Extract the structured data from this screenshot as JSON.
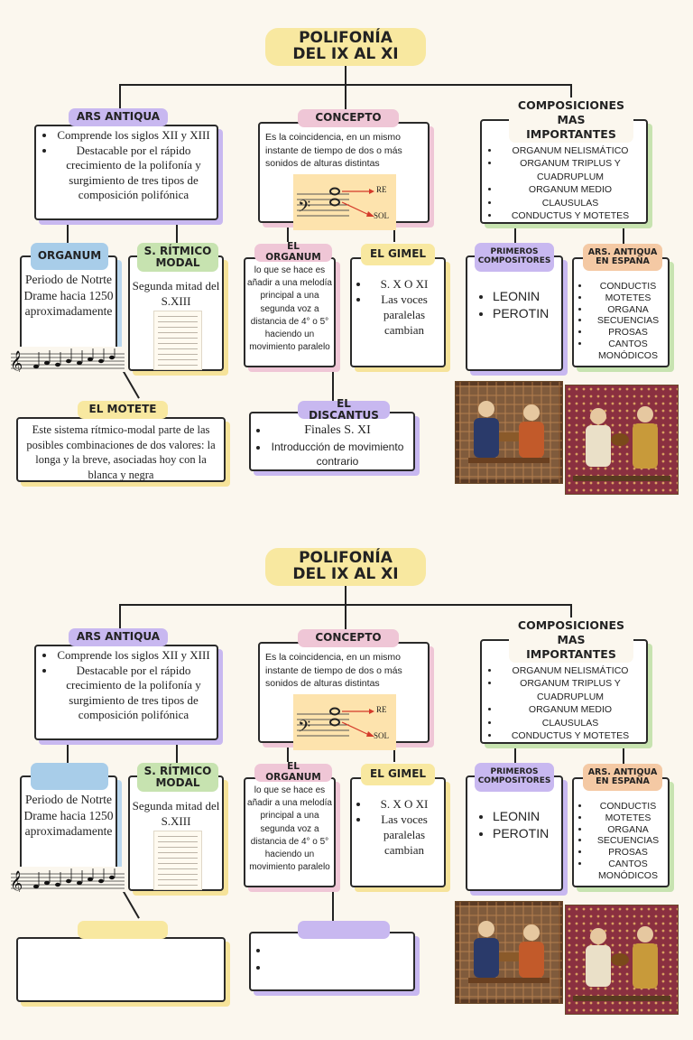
{
  "maps": [
    {
      "title": "POLIFONÍA\nDEL IX AL XI",
      "ars_antiqua": {
        "label": "ARS ANTIQUA",
        "items": [
          "Comprende los siglos XII y XIII",
          "Destacable por el rápido crecimiento de la polifonía y surgimiento de tres tipos de composición polifónica"
        ]
      },
      "concepto": {
        "label": "CONCEPTO",
        "text": "Es la coincidencia, en un mismo instante de tiempo de dos o más sonidos de alturas distintas",
        "note_re": "RE",
        "note_sol": "SOL"
      },
      "composiciones": {
        "label": "COMPOSICIONES MAS IMPORTANTES",
        "items": [
          "ORGANUM NELISMÁTICO",
          "ORGANUM TRIPLUS Y CUADRUPLUM",
          "ORGANUM MEDIO",
          "CLAUSULAS",
          "CONDUCTUS Y MOTETES"
        ]
      },
      "organum": {
        "label": "ORGANUM",
        "text": "Periodo de Notrte Drame hacia 1250 aproximadamente"
      },
      "ritmico": {
        "label": "S. RÍTMICO MODAL",
        "text": "Segunda mitad del S.XIII"
      },
      "el_organum": {
        "label": "EL ORGANUM",
        "text": "lo que se hace es añadir a una melodía principal a una segunda voz a distancia de 4° o 5° haciendo un movimiento paralelo"
      },
      "el_gimel": {
        "label": "EL GIMEL",
        "items": [
          "S. X O XI",
          "Las voces paralelas cambian"
        ]
      },
      "primeros": {
        "label": "PRIMEROS COMPOSITORES",
        "items": [
          "LEONIN",
          "PEROTIN"
        ]
      },
      "ars_espana": {
        "label": "ARS. ANTIQUA EN ESPAÑA",
        "items": [
          "CONDUCTIS",
          "MOTETES",
          "ORGANA",
          "SECUENCIAS",
          "PROSAS",
          "CANTOS MONÓDICOS"
        ]
      },
      "motete": {
        "label": "EL MOTETE",
        "text": "Este sistema rítmico-modal parte de las posibles combinaciones de dos valores: la longa y la breve, asociadas hoy con la blanca y negra"
      },
      "discantus": {
        "label": "EL DISCANTUS",
        "items": [
          "Finales S. XI",
          "Introducción de movimiento contrario"
        ]
      }
    },
    {
      "title": "POLIFONÍA\nDEL IX AL XI",
      "ars_antiqua": {
        "label": "ARS ANTIQUA",
        "items": [
          "Comprende los siglos XII y XIII",
          "Destacable por el rápido crecimiento de la polifonía y surgimiento de tres tipos de composición polifónica"
        ]
      },
      "concepto": {
        "label": "CONCEPTO",
        "text": "Es la coincidencia, en un mismo instante de tiempo de dos o más sonidos de alturas distintas",
        "note_re": "RE",
        "note_sol": "SOL"
      },
      "composiciones": {
        "label": "COMPOSICIONES MAS IMPORTANTES",
        "items": [
          "ORGANUM NELISMÁTICO",
          "ORGANUM TRIPLUS Y CUADRUPLUM",
          "ORGANUM MEDIO",
          "CLAUSULAS",
          "CONDUCTUS Y MOTETES"
        ]
      },
      "organum": {
        "label": "",
        "text": "Periodo de Notrte Drame hacia 1250 aproximadamente"
      },
      "ritmico": {
        "label": "S. RÍTMICO MODAL",
        "text": "Segunda mitad del S.XIII"
      },
      "el_organum": {
        "label": "EL ORGANUM",
        "text": "lo que se hace es añadir a una melodía principal a una segunda voz a distancia de 4° o 5° haciendo un movimiento paralelo"
      },
      "el_gimel": {
        "label": "EL GIMEL",
        "items": [
          "S. X O XI",
          "Las voces paralelas cambian"
        ]
      },
      "primeros": {
        "label": "PRIMEROS COMPOSITORES",
        "items": [
          "LEONIN",
          "PEROTIN"
        ]
      },
      "ars_espana": {
        "label": "ARS. ANTIQUA EN ESPAÑA",
        "items": [
          "CONDUCTIS",
          "MOTETES",
          "ORGANA",
          "SECUENCIAS",
          "PROSAS",
          "CANTOS MONÓDICOS"
        ]
      },
      "motete": {
        "label": "",
        "text": ""
      },
      "discantus": {
        "label": "",
        "items": []
      }
    }
  ],
  "colors": {
    "purple": "#c8b8f0",
    "pink": "#efc6d6",
    "green": "#c7e3b0",
    "blue": "#a8cde9",
    "yellow": "#f8e8a0",
    "orange": "#f4c9a4"
  },
  "icons": [
    "treble-clef-staff-icon",
    "bass-clef-staff-icon",
    "medieval-musicians-image"
  ]
}
